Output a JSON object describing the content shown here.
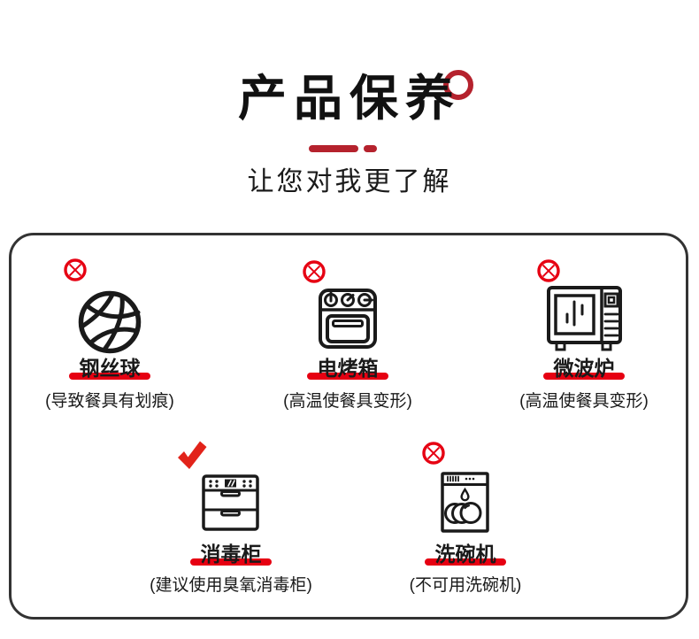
{
  "header": {
    "title": "产品保养",
    "subtitle": "让您对我更了解"
  },
  "colors": {
    "accent_red": "#e60012",
    "deep_red": "#b5222d",
    "check_red": "#e2231a",
    "ink": "#1a1a1a",
    "card_border": "#333333"
  },
  "items": [
    {
      "label": "钢丝球",
      "caption": "(导致餐具有划痕)",
      "mark": "prohibited",
      "icon": "steel-wool-ball-icon"
    },
    {
      "label": "电烤箱",
      "caption": "(高温使餐具变形)",
      "mark": "prohibited",
      "icon": "electric-oven-icon"
    },
    {
      "label": "微波炉",
      "caption": "(高温使餐具变形)",
      "mark": "prohibited",
      "icon": "microwave-icon"
    },
    {
      "label": "消毒柜",
      "caption": "(建议使用臭氧消毒柜)",
      "mark": "recommended",
      "icon": "disinfection-cabinet-icon"
    },
    {
      "label": "洗碗机",
      "caption": "(不可用洗碗机)",
      "mark": "prohibited",
      "icon": "dishwasher-icon"
    }
  ]
}
